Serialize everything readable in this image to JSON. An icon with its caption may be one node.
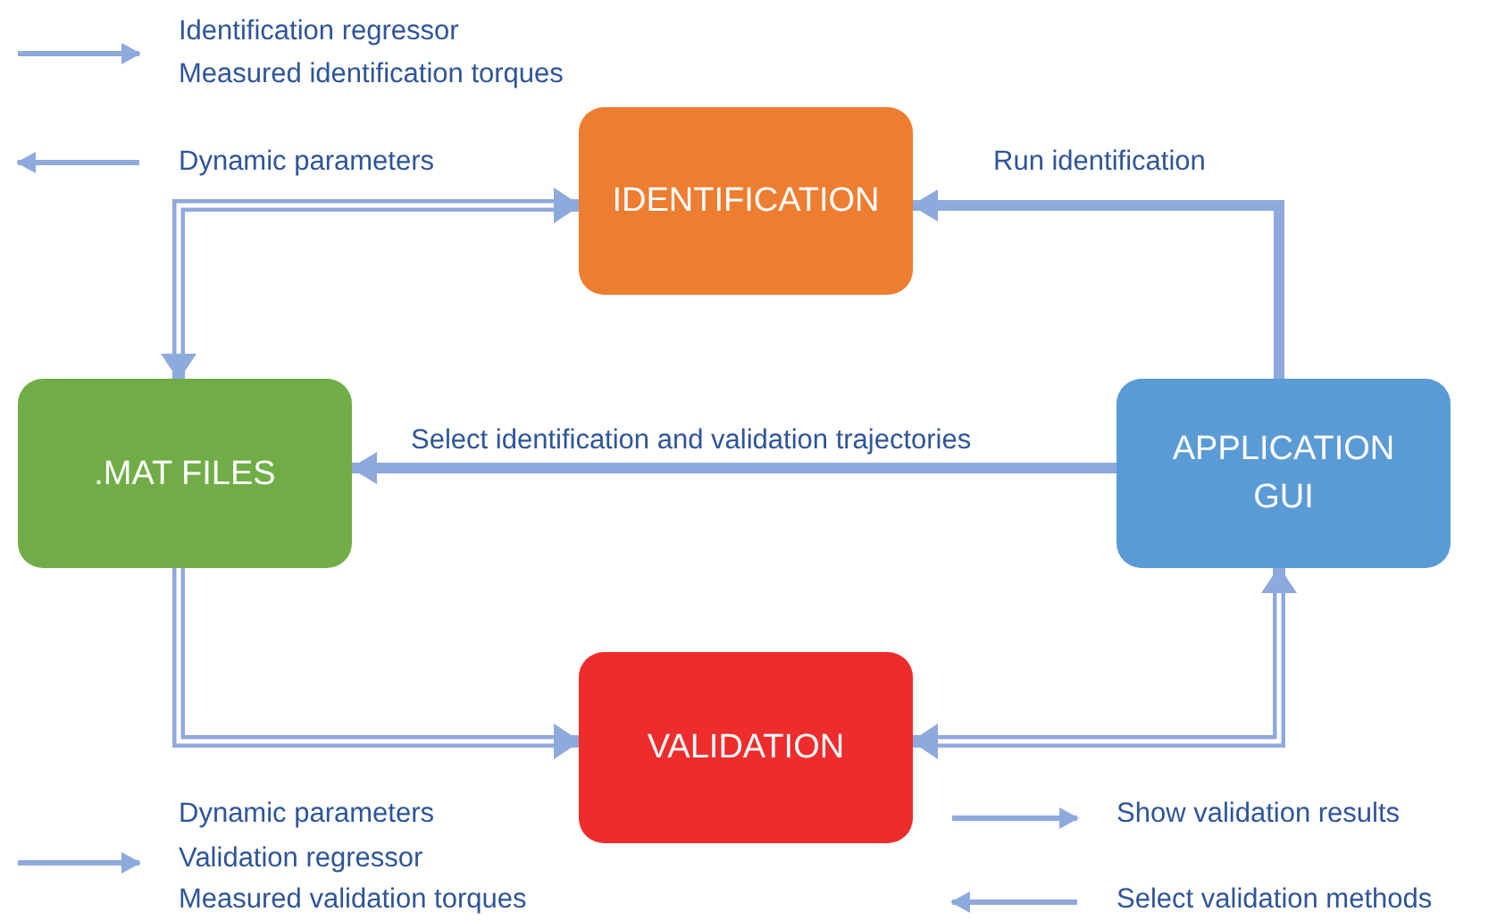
{
  "diagram": {
    "nodes": [
      {
        "text": [
          "IDENTIFICATION"
        ]
      },
      {
        "text": [
          ".MAT FILES"
        ]
      },
      {
        "text": [
          "APPLICATION GUI"
        ]
      },
      {
        "text": [
          "VALIDATION"
        ]
      }
    ],
    "edges": [
      {
        "from": 1,
        "to": 0,
        "arrow": "both"
      },
      {
        "from": 1,
        "to": 3,
        "arrow": "to"
      },
      {
        "from": 3,
        "to": 2,
        "arrow": "both"
      },
      {
        "from": 2,
        "to": 0,
        "arrow": "to",
        "label": "Run identification"
      },
      {
        "from": 2,
        "to": 1,
        "arrow": "to",
        "label": "Select identification and validation trajectories"
      }
    ],
    "legend": [
      {
        "text": "Identification regressor"
      },
      {
        "text": "Measured identification torques"
      },
      {
        "text": "Dynamic parameters"
      },
      {
        "text": "Dynamic parameters"
      },
      {
        "text": "Validation regressor"
      },
      {
        "text": "Measured validation torques"
      },
      {
        "text": "Show validation results"
      },
      {
        "text": "Select validation methods"
      }
    ]
  }
}
